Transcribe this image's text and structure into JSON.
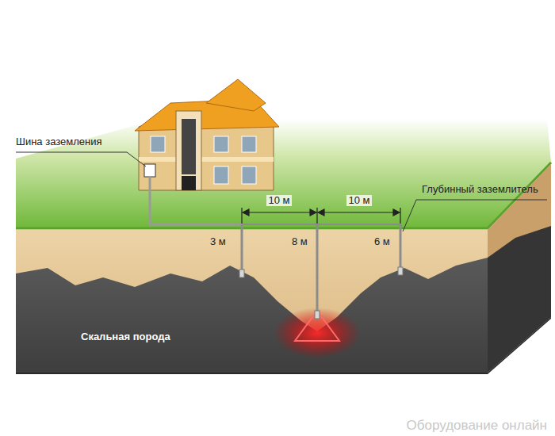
{
  "diagram": {
    "labels": [
      "Шина заземления",
      "10 м",
      "10 м",
      "Глубинный заземлитель",
      "3 м",
      "8 м",
      "6 м",
      "Скальная порода",
      "Оборудование онлайн"
    ]
  }
}
